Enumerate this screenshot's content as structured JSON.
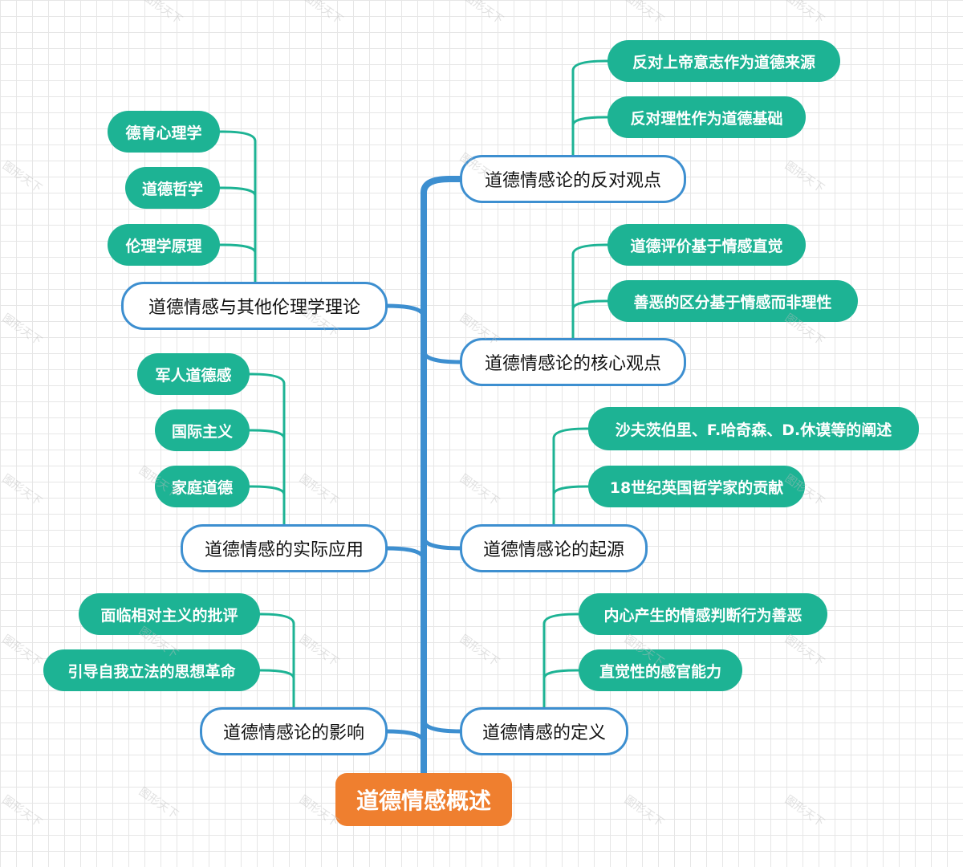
{
  "root": "道德情感概述",
  "watermark": "图形天下",
  "colors": {
    "root_fill": "#ef7f2f",
    "trunk": "#3d8fd0",
    "branch_border": "#3d8fd0",
    "leaf_fill": "#1db394",
    "grid": "#e6e6e6"
  },
  "left_branches": [
    {
      "label": "道德情感与其他伦理学理论",
      "children": [
        "德育心理学",
        "道德哲学",
        "伦理学原理"
      ]
    },
    {
      "label": "道德情感的实际应用",
      "children": [
        "军人道德感",
        "国际主义",
        "家庭道德"
      ]
    },
    {
      "label": "道德情感论的影响",
      "children": [
        "面临相对主义的批评",
        "引导自我立法的思想革命"
      ]
    }
  ],
  "right_branches": [
    {
      "label": "道德情感论的反对观点",
      "children": [
        "反对上帝意志作为道德来源",
        "反对理性作为道德基础"
      ]
    },
    {
      "label": "道德情感论的核心观点",
      "children": [
        "道德评价基于情感直觉",
        "善恶的区分基于情感而非理性"
      ]
    },
    {
      "label": "道德情感论的起源",
      "children": [
        "沙夫茨伯里、F.哈奇森、D.休谟等的阐述",
        "18世纪英国哲学家的贡献"
      ]
    },
    {
      "label": "道德情感的定义",
      "children": [
        "内心产生的情感判断行为善恶",
        "直觉性的感官能力"
      ]
    }
  ]
}
